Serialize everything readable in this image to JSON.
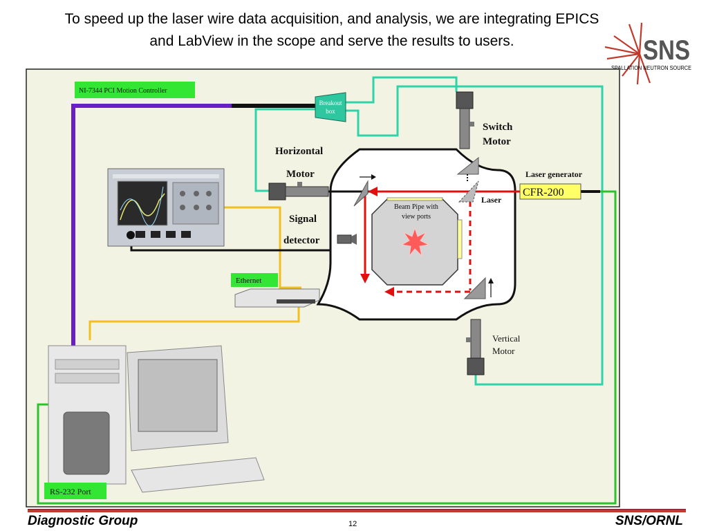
{
  "slide": {
    "title_line1": "To speed up the laser wire data acquisition, and analysis, we are integrating EPICS",
    "title_line2": "and LabView in the scope and serve the results to users.",
    "footer_left": "Diagnostic Group",
    "footer_page": "12",
    "footer_right": "SNS/ORNL"
  },
  "logo": {
    "letters": "SNS",
    "tagline": "SPALLATION NEUTRON SOURCE"
  },
  "diagram": {
    "motion_controller": "NI-7344 PCI Motion Controller",
    "breakout_line1": "Breakout",
    "breakout_line2": "box",
    "switch_motor_line1": "Switch",
    "switch_motor_line2": "Motor",
    "horizontal_motor_line1": "Horizontal",
    "horizontal_motor_line2": "Motor",
    "laser_generator": "Laser generator",
    "laser_model": "CFR-200",
    "laser": "Laser",
    "beam_pipe_line1": "Beam Pipe with",
    "beam_pipe_line2": "view ports",
    "signal_detector_line1": "Signal",
    "signal_detector_line2": "detector",
    "ethernet": "Ethernet",
    "vertical_motor_line1": "Vertical",
    "vertical_motor_line2": "Motor",
    "rs232": "RS-232 Port"
  },
  "colors": {
    "panel_bg": "#f3f3e4",
    "purple_cable": "#6a1fc4",
    "teal_cable": "#2ed3a8",
    "green_cable": "#2ec12e",
    "yellow_cable": "#f2c01e",
    "laser_red": "#e01010",
    "label_green": "#33e633",
    "laser_yellow": "#ffff66"
  }
}
